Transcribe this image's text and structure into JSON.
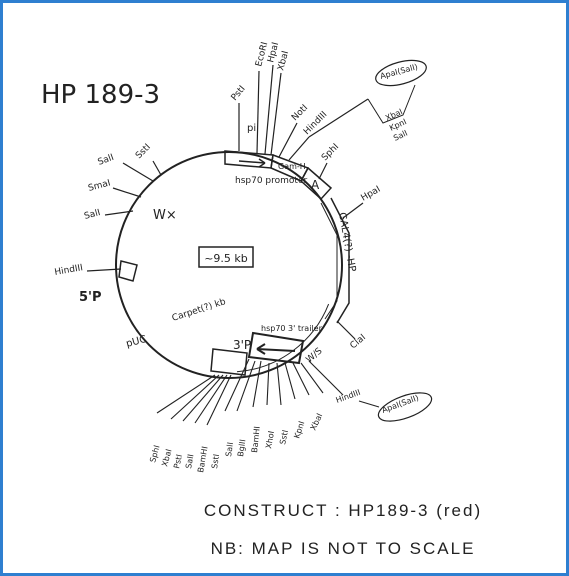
{
  "title": "HP 189-3",
  "center_label": "~9.5 kb",
  "footer": {
    "construct": "CONSTRUCT :  HP189-3   (red)",
    "note": "NB: MAP IS NOT TO SCALE"
  },
  "segments": {
    "hsp70_promoter": "hsp70 promoter",
    "white_y": "W×",
    "gam_a": "Gam-H",
    "a_box": "A",
    "genomic": "GAL4(?) -HP",
    "p3": "3'P",
    "p5": "5'P",
    "construct_cyr": "Carpet(?) kb",
    "pUC": "pUC",
    "hsp70_3": "hsp70 3' trailer"
  },
  "sites_top": [
    "PstI",
    "EcoRI",
    "HpaI",
    "XbaI",
    "NotI",
    "HindIII",
    "SphI",
    "HpaI"
  ],
  "sites_left": [
    "SalI",
    "SstI",
    "SmaI",
    "SalI",
    "HindIII"
  ],
  "sites_right": [
    "ClaI",
    "XbaI",
    "KpnI",
    "SalI"
  ],
  "sites_bottom": [
    "SphI",
    "XbaI",
    "PstI",
    "SalI",
    "BamHI",
    "SstI",
    "SalI",
    "BglII",
    "BamHI",
    "XhoI",
    "SstI",
    "KpnI",
    "XbaI",
    "HindIII"
  ],
  "bubble_top": "ApaI(SalI)",
  "bubble_bottom": "ApaI(SalI)",
  "label_i": "pi",
  "label_ws": "W/S"
}
